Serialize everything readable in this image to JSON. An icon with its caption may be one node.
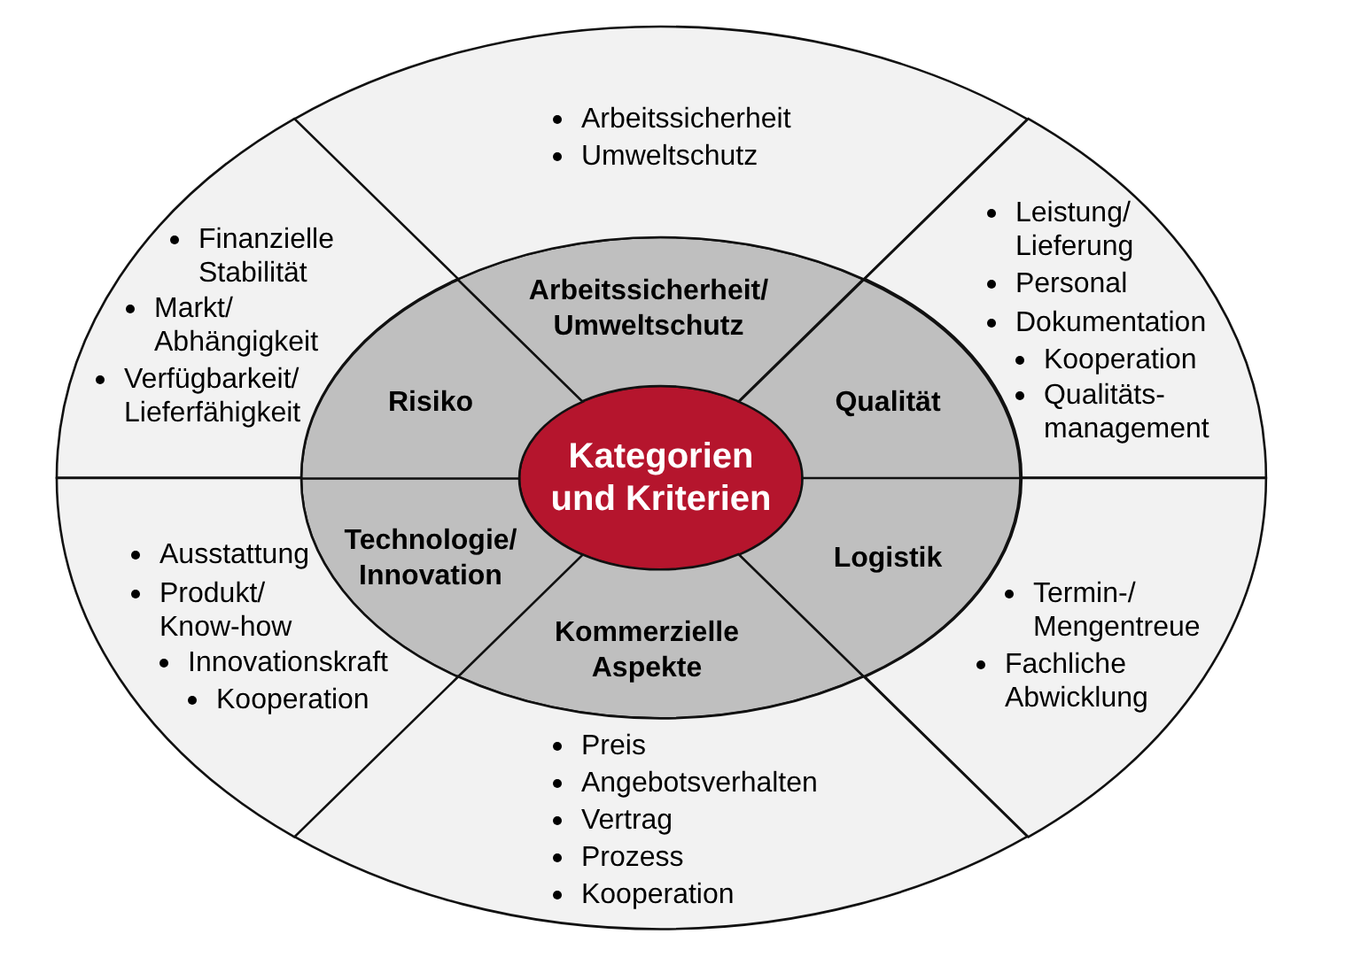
{
  "diagram": {
    "nodes": [
      {
        "text": [
          "Kategorien und Kriterien"
        ]
      },
      {
        "text": [
          "Arbeitssicherheit/ Umweltschutz"
        ]
      },
      {
        "text": [
          "Qualität"
        ]
      },
      {
        "text": [
          "Logistik"
        ]
      },
      {
        "text": [
          "Kommerzielle Aspekte"
        ]
      },
      {
        "text": [
          "Technologie/ Innovation"
        ]
      },
      {
        "text": [
          "Risiko"
        ]
      },
      {
        "text": [
          "Arbeitssicherheit",
          "Umweltschutz"
        ]
      },
      {
        "text": [
          "Leistung/ Lieferung",
          "Personal",
          "Dokumentation",
          "Kooperation",
          "Qualitäts- management"
        ]
      },
      {
        "text": [
          "Termin-/ Mengentreue",
          "Fachliche Abwicklung"
        ]
      },
      {
        "text": [
          "Preis",
          "Angebotsverhalten",
          "Vertrag",
          "Prozess",
          "Kooperation"
        ]
      },
      {
        "text": [
          "Ausstattung",
          "Produkt/ Know-how",
          "Innovationskraft",
          "Kooperation"
        ]
      },
      {
        "text": [
          "Finanzielle Stabilität",
          "Markt/ Abhängigkeit",
          "Verfügbarkeit/ Lieferfähigkeit"
        ]
      }
    ]
  }
}
